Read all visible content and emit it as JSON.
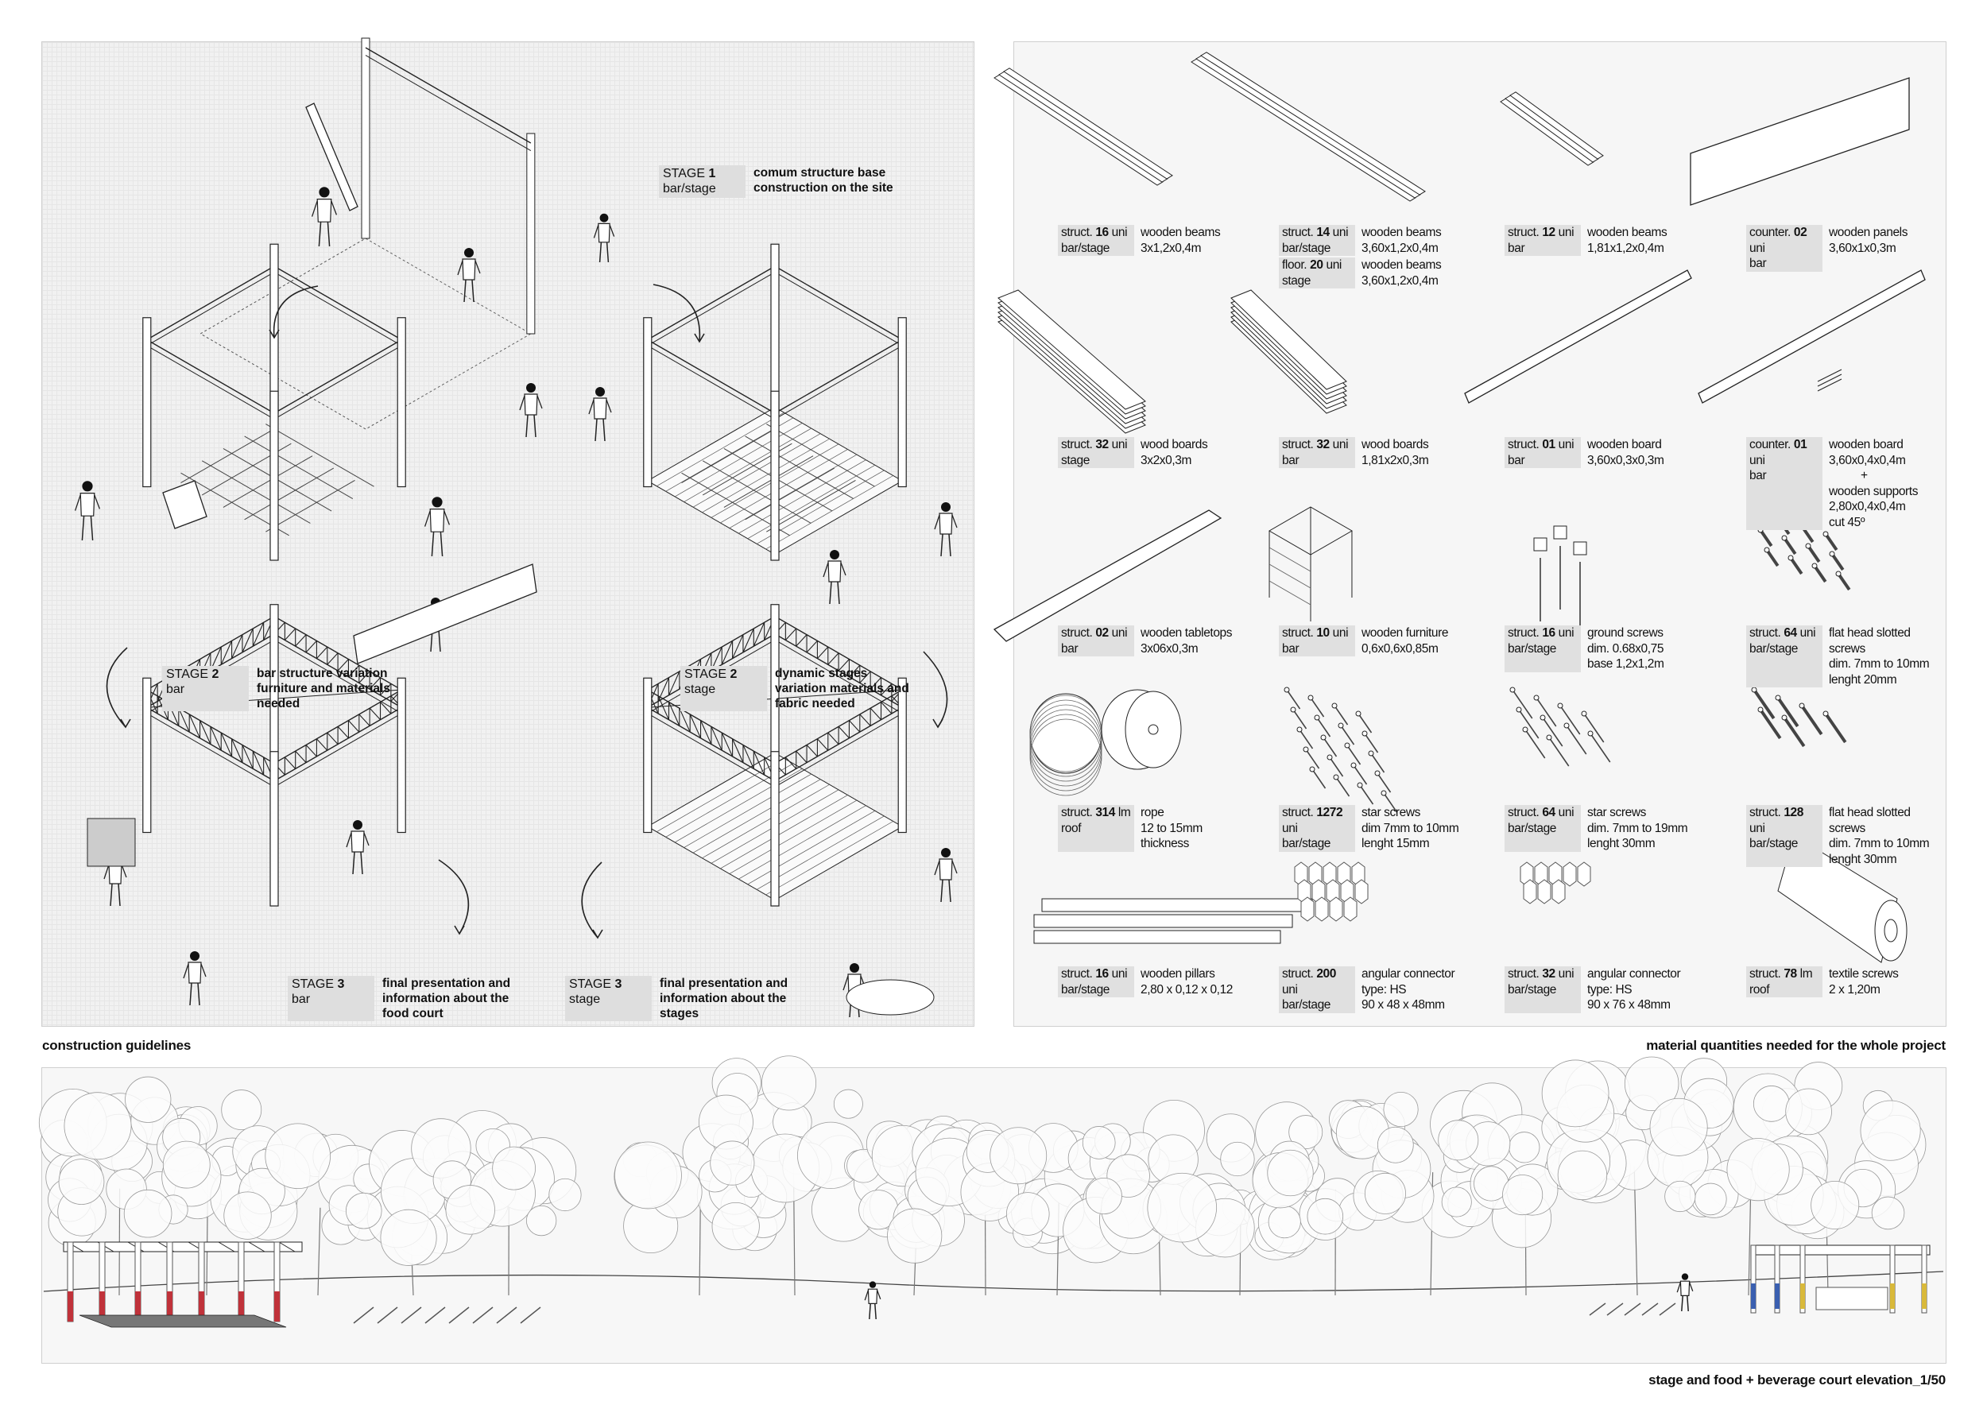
{
  "captions": {
    "left": "construction guidelines",
    "right": "material quantities needed for the whole project",
    "bottom": "stage and food + beverage court elevation_1/50"
  },
  "stages": [
    {
      "label": "STAGE",
      "num": "1",
      "sub": "bar/stage",
      "desc": [
        "comum structure base",
        "construction on the site"
      ]
    },
    {
      "label": "STAGE",
      "num": "2",
      "sub": "bar",
      "desc": [
        "bar structure variation",
        "furniture and materials",
        "needed"
      ]
    },
    {
      "label": "STAGE",
      "num": "2",
      "sub": "stage",
      "desc": [
        "dynamic stages",
        "variation materials and",
        "fabric needed"
      ]
    },
    {
      "label": "STAGE",
      "num": "3",
      "sub": "bar",
      "desc": [
        "final presentation and",
        "information about the",
        "food court"
      ]
    },
    {
      "label": "STAGE",
      "num": "3",
      "sub": "stage",
      "desc": [
        "final presentation and",
        "information about the",
        "stages"
      ]
    }
  ],
  "materials": [
    {
      "pre": "struct.",
      "qty": "16",
      "unit": "uni",
      "use": "bar/stage",
      "desc": [
        "wooden beams",
        "3x1,2x0,4m"
      ],
      "icon": "beams"
    },
    {
      "pre": "struct.",
      "qty": "14",
      "unit": "uni",
      "use": "bar/stage",
      "desc": [
        "wooden beams",
        "3,60x1,2x0,4m"
      ],
      "icon": "beams-long",
      "extra": {
        "pre": "floor.",
        "qty": "20",
        "unit": "uni",
        "use": "stage",
        "desc": [
          "wooden beams",
          "3,60x1,2x0,4m"
        ]
      }
    },
    {
      "pre": "struct.",
      "qty": "12",
      "unit": "uni",
      "use": "bar",
      "desc": [
        "wooden beams",
        "1,81x1,2x0,4m"
      ],
      "icon": "beams-short"
    },
    {
      "pre": "counter.",
      "qty": "02",
      "unit": "uni",
      "use": "bar",
      "desc": [
        "wooden panels",
        "3,60x1x0,3m"
      ],
      "icon": "panel"
    },
    {
      "pre": "struct.",
      "qty": "32",
      "unit": "uni",
      "use": "stage",
      "desc": [
        "wood boards",
        "3x2x0,3m"
      ],
      "icon": "boards"
    },
    {
      "pre": "struct.",
      "qty": "32",
      "unit": "uni",
      "use": "bar",
      "desc": [
        "wood boards",
        "1,81x2x0,3m"
      ],
      "icon": "boards-short"
    },
    {
      "pre": "struct.",
      "qty": "01",
      "unit": "uni",
      "use": "bar",
      "desc": [
        "wooden board",
        "3,60x0,3x0,3m"
      ],
      "icon": "board"
    },
    {
      "pre": "counter.",
      "qty": "01",
      "unit": "uni",
      "use": "bar",
      "desc": [
        "wooden board",
        "3,60x0,4x0,4m",
        "+",
        "wooden supports",
        "2,80x0,4x0,4m",
        "cut 45º"
      ],
      "icon": "board-supports"
    },
    {
      "pre": "struct.",
      "qty": "02",
      "unit": "uni",
      "use": "bar",
      "desc": [
        "wooden tabletops",
        "3x06x0,3m"
      ],
      "icon": "tabletop"
    },
    {
      "pre": "struct.",
      "qty": "10",
      "unit": "uni",
      "use": "bar",
      "desc": [
        "wooden furniture",
        "0,6x0,6x0,85m"
      ],
      "icon": "furniture"
    },
    {
      "pre": "struct.",
      "qty": "16",
      "unit": "uni",
      "use": "bar/stage",
      "desc": [
        "ground screws",
        "dim. 0.68x0,75",
        "base 1,2x1,2m"
      ],
      "icon": "ground-screws"
    },
    {
      "pre": "struct.",
      "qty": "64",
      "unit": "uni",
      "use": "bar/stage",
      "desc": [
        "flat head slotted",
        "screws",
        "dim. 7mm to 10mm",
        "lenght 20mm"
      ],
      "icon": "bolts"
    },
    {
      "pre": "struct.",
      "qty": "314",
      "unit": "lm",
      "use": "roof",
      "desc": [
        "rope",
        "12 to 15mm",
        "thickness"
      ],
      "icon": "rope"
    },
    {
      "pre": "struct.",
      "qty": "1272",
      "unit": "uni",
      "use": "bar/stage",
      "desc": [
        "star screws",
        "dim 7mm to 10mm",
        "lenght 15mm"
      ],
      "icon": "screws-small"
    },
    {
      "pre": "struct.",
      "qty": "64",
      "unit": "uni",
      "use": "bar/stage",
      "desc": [
        "star screws",
        "dim. 7mm to 19mm",
        "lenght 30mm"
      ],
      "icon": "screws"
    },
    {
      "pre": "struct.",
      "qty": "128",
      "unit": "uni",
      "use": "bar/stage",
      "desc": [
        "flat head slotted",
        "screws",
        "dim. 7mm to 10mm",
        "lenght 30mm"
      ],
      "icon": "bolts-long"
    },
    {
      "pre": "struct.",
      "qty": "16",
      "unit": "uni",
      "use": "bar/stage",
      "desc": [
        "wooden pillars",
        "2,80 x 0,12 x 0,12"
      ],
      "icon": "pillars"
    },
    {
      "pre": "struct.",
      "qty": "200",
      "unit": "uni",
      "use": "bar/stage",
      "desc": [
        "angular connector",
        "type: HS",
        "90 x 48 x 48mm"
      ],
      "icon": "connectors"
    },
    {
      "pre": "struct.",
      "qty": "32",
      "unit": "uni",
      "use": "bar/stage",
      "desc": [
        "angular connector",
        "type: HS",
        "90 x 76 x 48mm"
      ],
      "icon": "connectors-large"
    },
    {
      "pre": "struct.",
      "qty": "78",
      "unit": "lm",
      "use": "roof",
      "desc": [
        "textile screws",
        "2 x 1,20m"
      ],
      "icon": "textile-roll"
    }
  ],
  "colors": {
    "bar_pillars": "#c0323a",
    "stage_pillars_blue": "#3a5fb0",
    "stage_pillars_yellow": "#d9b93a",
    "label_bg": "#e0e0e0"
  }
}
